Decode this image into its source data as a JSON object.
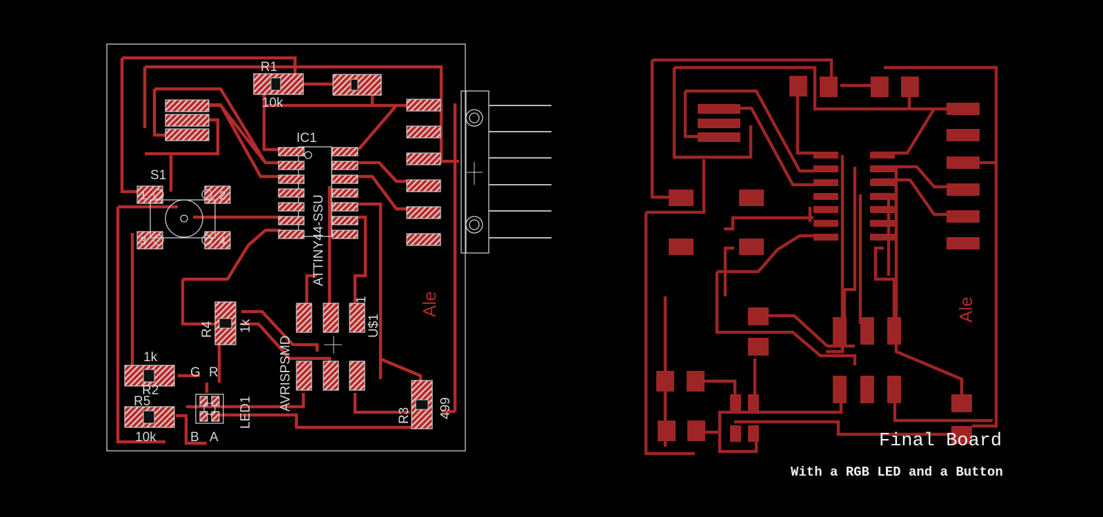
{
  "figure": {
    "title": "Final Board",
    "subtitle": "With a RGB LED and a Button"
  },
  "left_board": {
    "labels": {
      "r1": "R1",
      "r1_value": "10k",
      "ic1": "IC1",
      "ic1_part": "ATTINY44-SSU",
      "s1": "S1",
      "s1_pin1": "1",
      "s1_pin2": "2",
      "s1_pin3": "3",
      "s1_pin4": "4",
      "r4": "R4",
      "r4_value": "1k",
      "r2_value": "1k",
      "r2": "R2",
      "r5": "R5",
      "r5_value": "10k",
      "led_g": "G",
      "led_r": "R",
      "led_b": "B",
      "led_a": "A",
      "led1": "LED1",
      "avrisp": "AVRISPSMD",
      "us1": "U$1",
      "us1_pin": "1",
      "r3": "R3",
      "r3_value": "499",
      "signature": "Ale"
    }
  },
  "right_board": {
    "labels": {
      "signature": "Ale"
    }
  },
  "colors": {
    "background": "#000000",
    "copper": "#b32b2b",
    "copper_dark": "#9e2525",
    "silkscreen": "#d0d0d0",
    "caption": "#f2f2f2"
  }
}
